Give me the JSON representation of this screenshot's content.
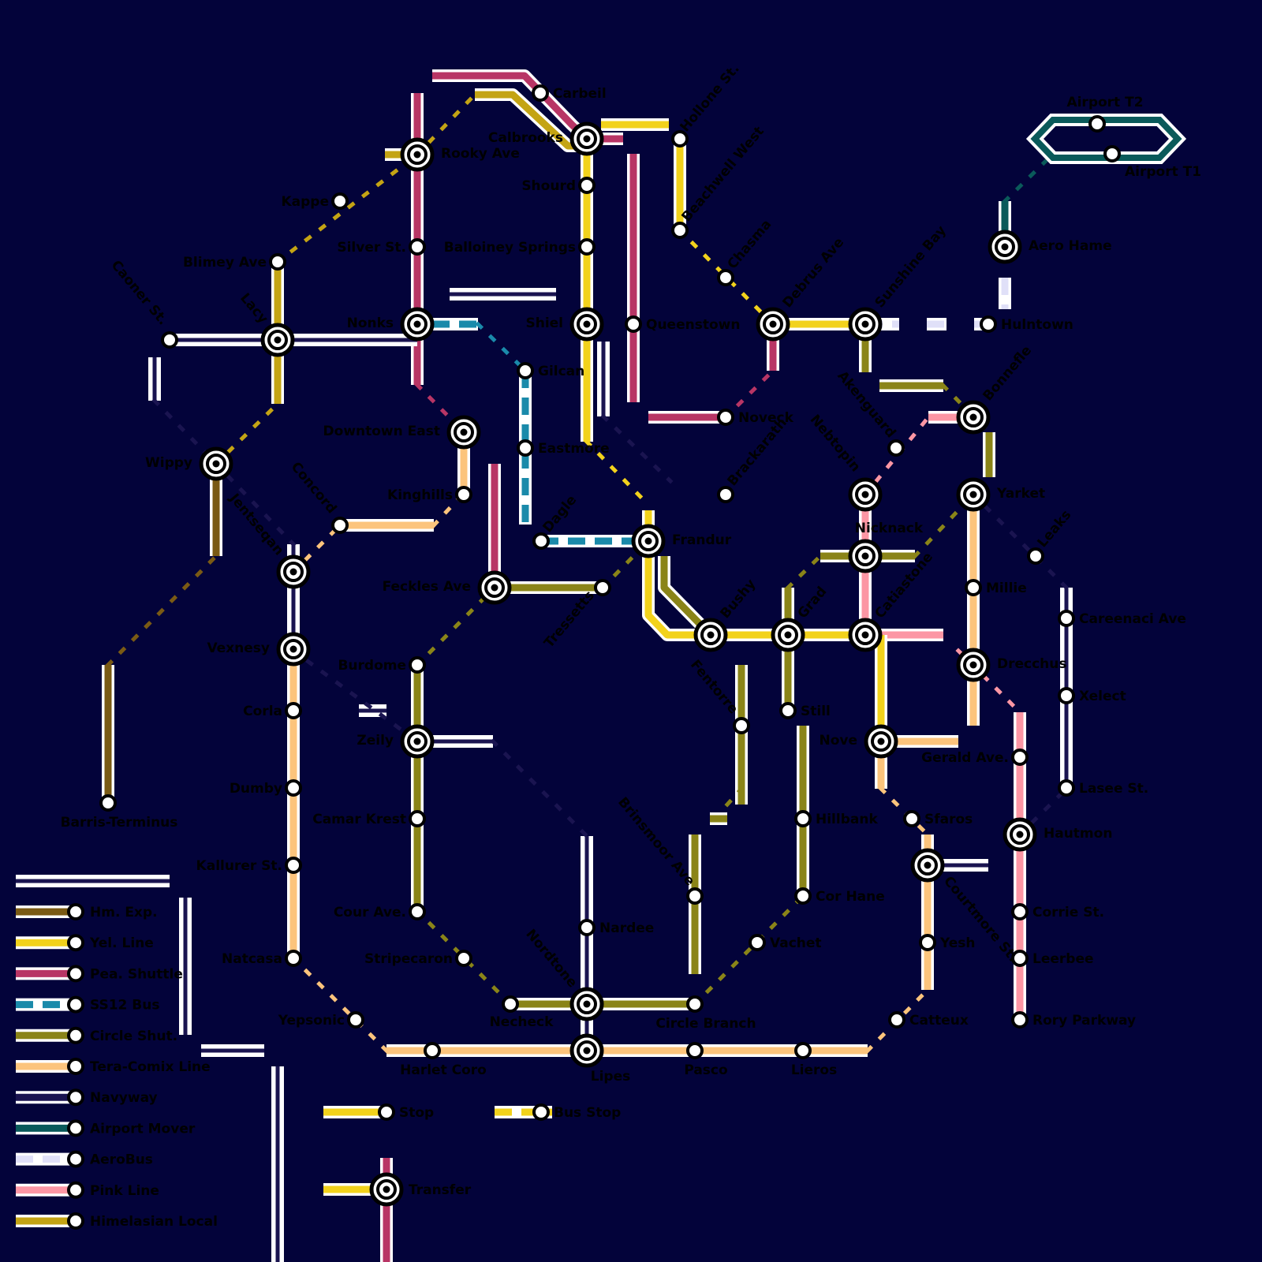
{
  "colors": {
    "background": "#03033a",
    "hm_exp": "#7a5a14",
    "yel_line": "#f2d21c",
    "pea_shuttle": "#b83565",
    "ss12_bus": "#1a8aaa",
    "circle_shut": "#8a8418",
    "tera_comix": "#fcc47c",
    "navyway": "#1a1450",
    "airport_mover": "#0a5a5a",
    "aerobus": "#e0e0f8",
    "pink_line": "#fc96a4",
    "himelasian_local": "#c4a414"
  },
  "legend": [
    {
      "label": "Hm. Exp.",
      "color": "#7a5a14",
      "dashed": false
    },
    {
      "label": "Yel. Line",
      "color": "#f2d21c",
      "dashed": false
    },
    {
      "label": "Pea. Shuttle",
      "color": "#b83565",
      "dashed": false
    },
    {
      "label": "SS12 Bus",
      "color": "#1a8aaa",
      "dashed": true
    },
    {
      "label": "Circle Shut.",
      "color": "#8a8418",
      "dashed": false
    },
    {
      "label": "Tera-Comix Line",
      "color": "#fcc47c",
      "dashed": false
    },
    {
      "label": "Navyway",
      "color": "#1a1450",
      "dashed": false
    },
    {
      "label": "Airport Mover",
      "color": "#0a5a5a",
      "dashed": false
    },
    {
      "label": "AeroBus",
      "color": "#e0e0f8",
      "dashed": true
    },
    {
      "label": "Pink Line",
      "color": "#fc96a4",
      "dashed": false
    },
    {
      "label": "Himelasian Local",
      "color": "#c4a414",
      "dashed": false
    }
  ],
  "key": {
    "stop": "Stop",
    "bus_stop": "Bus Stop",
    "transfer": "Transfer"
  },
  "stations": [
    "Carbeil",
    "Calbrooks",
    "Hollone St.",
    "Rooky Ave",
    "Shourd",
    "Kappe",
    "Beachwell West",
    "Blimey Ave",
    "Silver St.",
    "Balloiney Springs",
    "Airport T2",
    "Airport T1",
    "Aero Hame",
    "Caoner St.",
    "Lacy",
    "Nonks",
    "Shiel",
    "Queenstown",
    "Chasma",
    "Debrus Ave",
    "Sunshine Bay",
    "Hulntown",
    "Gilcan",
    "Noveck",
    "Bonnefle",
    "Akenguard",
    "Downtown East",
    "Eastmore",
    "Brackarath",
    "Nebtopin",
    "Wippy",
    "Kinghills",
    "Yarket",
    "Concord",
    "Dagle",
    "Frandur",
    "Nicknack",
    "Leaks",
    "Jentseqan",
    "Feckles Ave",
    "Tressetts",
    "Millie",
    "Bushy",
    "Grad",
    "Catiastone",
    "Careenaci Ave",
    "Vexnesy",
    "Burdome",
    "Drecchus",
    "Fentorre",
    "Xelect",
    "Corla",
    "Still",
    "Zeily",
    "Nove",
    "Gerald Ave.",
    "Dumby",
    "Lasee St.",
    "Barris-Terminus",
    "Camar Krest",
    "Hillbank",
    "Sfaros",
    "Hautmon",
    "Brinsmoor Ave",
    "Kallurer St.",
    "Cor Hane",
    "Corrie St.",
    "Courtmore St.",
    "Cour Ave.",
    "Nardee",
    "Vachet",
    "Yesh",
    "Natcasa",
    "Stripecaron",
    "Leerbee",
    "Nordtone",
    "Yepsonic",
    "Necheck",
    "Circle Branch",
    "Catteux",
    "Rory Parkway",
    "Harlet Coro",
    "Lipes",
    "Pasco",
    "Lieros"
  ]
}
